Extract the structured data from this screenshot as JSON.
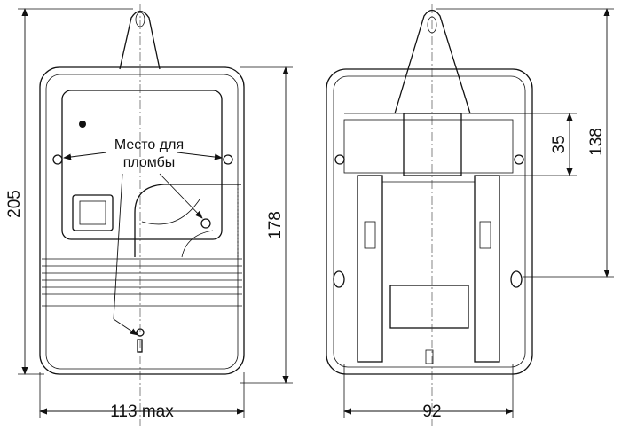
{
  "front_view": {
    "dim_height_total": "205",
    "dim_height_body": "178",
    "dim_width": "113 max",
    "seal_label_line1": "Место для",
    "seal_label_line2": "пломбы"
  },
  "back_view": {
    "dim_width": "92",
    "dim_mount_spacing": "35",
    "dim_mount_height": "138"
  }
}
